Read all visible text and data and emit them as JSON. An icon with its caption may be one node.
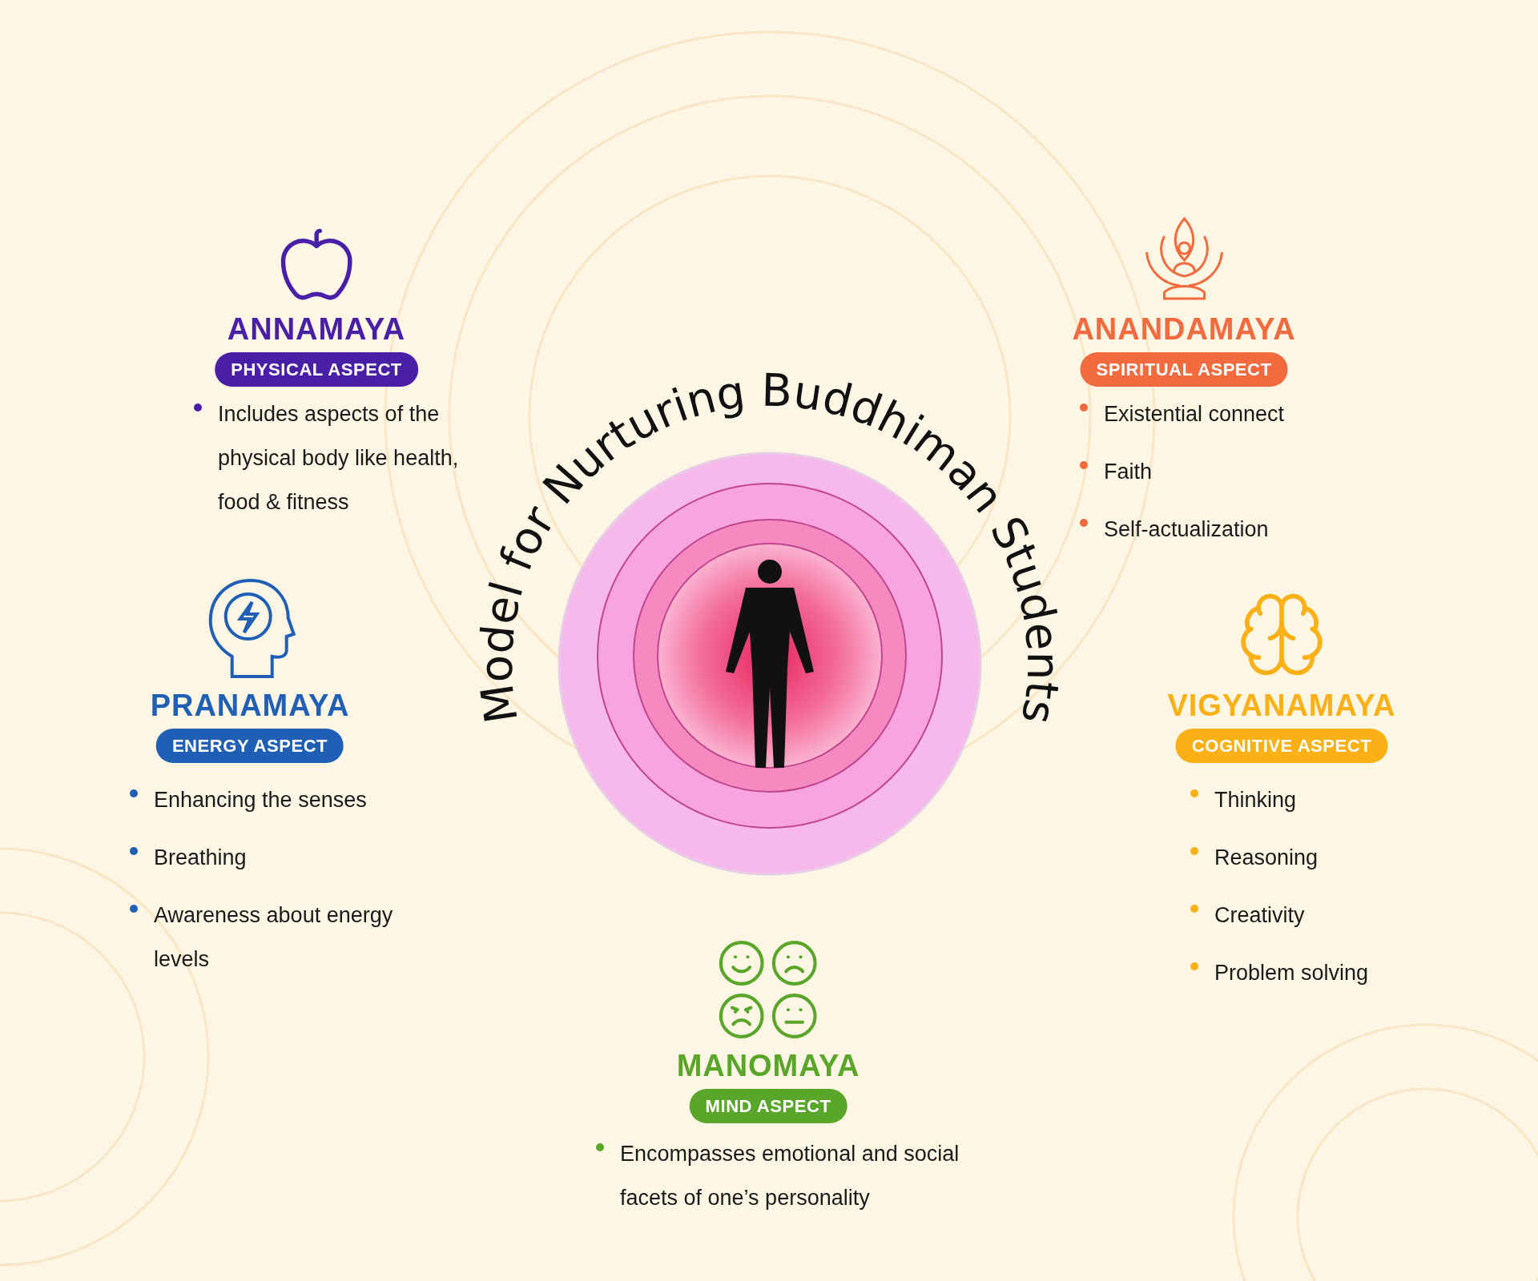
{
  "diagram": {
    "title": "Model for Nurturing Buddhiman Students",
    "nodes": [
      {
        "text": [
          "ANNAMAYA",
          "PHYSICAL ASPECT"
        ],
        "beside": [
          "Includes aspects of the physical body like health, food & fitness"
        ]
      },
      {
        "text": [
          "ANANDAMAYA",
          "SPIRITUAL ASPECT"
        ],
        "beside": [
          "Existential connect",
          "Faith",
          "Self-actualization"
        ]
      },
      {
        "text": [
          "PRANAMAYA",
          "ENERGY ASPECT"
        ],
        "beside": [
          "Enhancing the senses",
          "Breathing",
          "Awareness about energy levels"
        ]
      },
      {
        "text": [
          "VIGYANAMAYA",
          "COGNITIVE ASPECT"
        ],
        "beside": [
          "Thinking",
          "Reasoning",
          "Creativity",
          "Problem solving"
        ]
      },
      {
        "text": [
          "MANOMAYA",
          "MIND ASPECT"
        ],
        "beside": [
          "Encompasses emotional and social facets of one’s personality"
        ]
      }
    ]
  }
}
